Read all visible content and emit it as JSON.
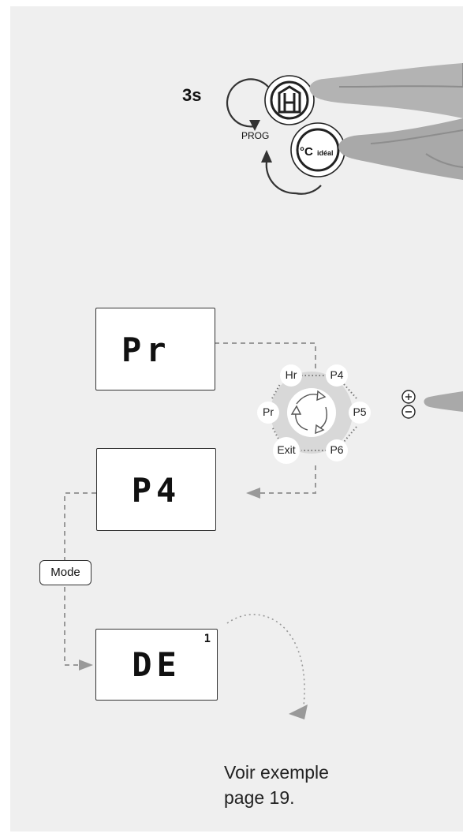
{
  "step1": {
    "duration_label": "3s",
    "prog_label": "PROG",
    "button_ideal_label": "idéal",
    "button_ideal_degree": "°C"
  },
  "displays": {
    "pr": {
      "text": "Pr"
    },
    "p4": {
      "text": "P4"
    },
    "de": {
      "text": "DE",
      "indicator": "1"
    }
  },
  "menu_wheel": {
    "items": [
      "Hr",
      "P4",
      "P5",
      "P6",
      "Exit",
      "Pr"
    ]
  },
  "plus_minus": {
    "plus": "+",
    "minus": "−"
  },
  "mode_button": {
    "label": "Mode"
  },
  "footer_note": {
    "line1": "Voir exemple",
    "line2": "page 19."
  },
  "colors": {
    "background": "#efefef",
    "arrow": "#999999",
    "outline": "#333333"
  }
}
